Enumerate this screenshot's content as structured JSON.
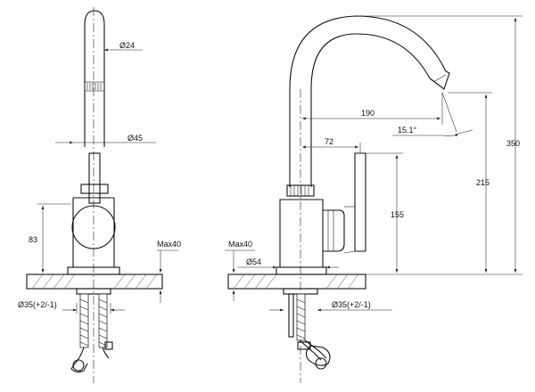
{
  "front_view": {
    "spout_diameter": "Ø24",
    "body_diameter": "Ø45",
    "handle_height": "83",
    "deck_max": "Max40",
    "hole_diameter": "Ø35(+2/-1)"
  },
  "side_view": {
    "deck_max": "Max40",
    "base_diameter": "Ø54",
    "hole_diameter": "Ø35(+2/-1)",
    "spout_reach": "190",
    "spout_angle": "15.1°",
    "handle_offset": "72",
    "body_height": "155",
    "handle_top_height": "215",
    "total_height": "350"
  }
}
